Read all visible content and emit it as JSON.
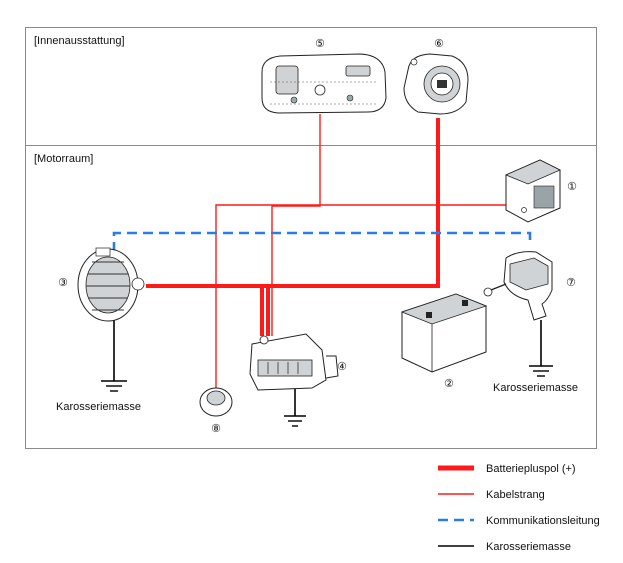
{
  "sections": {
    "interior": "[Innenausstattung]",
    "engine_bay": "[Motorraum]"
  },
  "components": {
    "c1": "①",
    "c2": "②",
    "c3": "③",
    "c4": "④",
    "c5": "⑤",
    "c6": "⑥",
    "c7": "⑦",
    "c8": "⑧"
  },
  "ground_labels": {
    "left": "Karosseriemasse",
    "right": "Karosseriemasse"
  },
  "legend": [
    {
      "label": "Batteriepluspol (+)",
      "color": "#ff1a1a",
      "style": "thick"
    },
    {
      "label": "Kabelstrang",
      "color": "#ff1a1a",
      "style": "thin"
    },
    {
      "label": "Kommunikationsleitung",
      "color": "#2a7de1",
      "style": "dashed"
    },
    {
      "label": "Karosseriemasse",
      "color": "#000000",
      "style": "solid"
    }
  ],
  "colors": {
    "battery_plus": "#ff1a1a",
    "harness": "#ff1a1a",
    "communication": "#2a7de1",
    "ground": "#000000",
    "frame": "#888888"
  }
}
